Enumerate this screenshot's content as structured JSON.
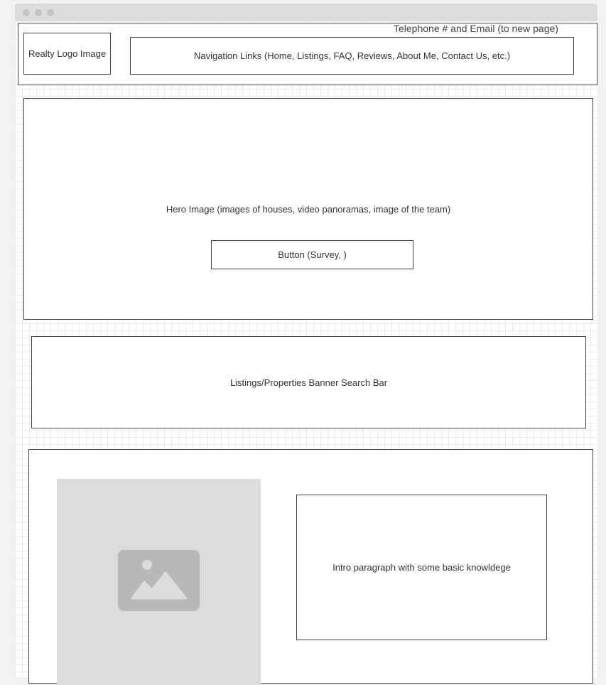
{
  "header": {
    "contact_text": "Telephone # and Email (to new page)",
    "logo_label": "Realty Logo Image",
    "nav_label": "Navigation Links (Home, Listings, FAQ, Reviews, About Me, Contact Us, etc.)"
  },
  "hero": {
    "label": "Hero Image (images of houses, video panoramas, image of the team)",
    "button_label": "Button (Survey, )"
  },
  "search_banner": {
    "label": "Listings/Properties Banner Search Bar"
  },
  "intro": {
    "image_icon": "image-placeholder-icon",
    "paragraph_label": "Intro paragraph with some basic knowldege"
  },
  "colors": {
    "border": "#444444",
    "placeholder_fill": "#dcdcdc",
    "placeholder_icon": "#b8b8b8",
    "grid": "#ececec"
  }
}
